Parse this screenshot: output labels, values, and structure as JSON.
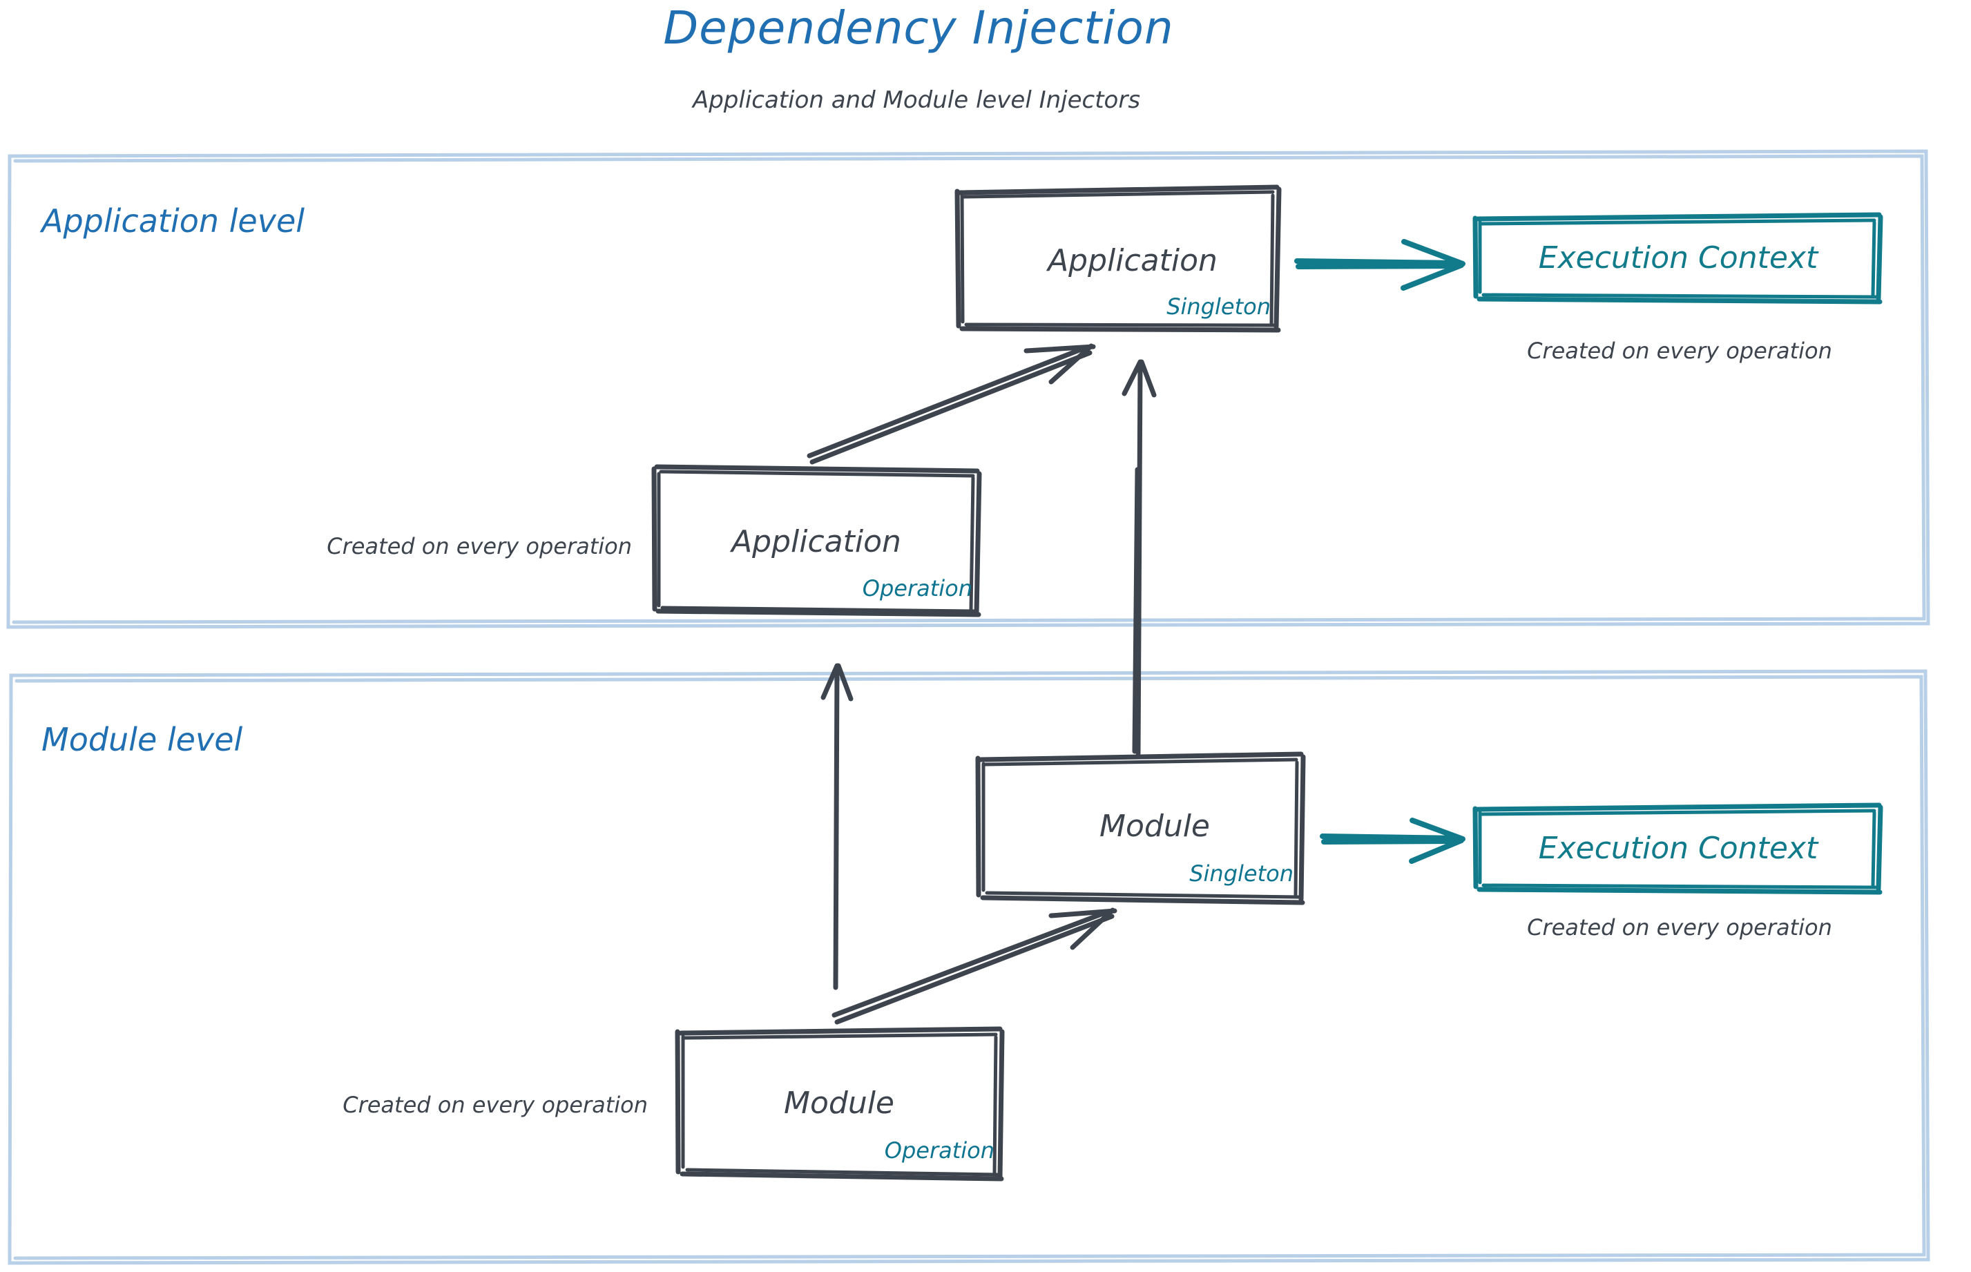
{
  "header": {
    "title": "Dependency Injection",
    "subtitle": "Application and Module level Injectors"
  },
  "colors": {
    "title_blue": "#1F6FB2",
    "group_border": "#B8CFE8",
    "node_stroke": "#3D444D",
    "accent_teal": "#0E7490",
    "execution_context_teal": "#117A8B",
    "caption_gray": "#3D444D",
    "background": "#FFFFFF"
  },
  "groups": [
    {
      "id": "application-level",
      "label": "Application level",
      "nodes": [
        {
          "id": "application-singleton",
          "title": "Application",
          "scope": "Singleton"
        },
        {
          "id": "application-operation",
          "title": "Application",
          "scope": "Operation",
          "caption": "Created on every operation"
        },
        {
          "id": "execution-context-application",
          "title": "Execution Context",
          "caption": "Created on every operation"
        }
      ]
    },
    {
      "id": "module-level",
      "label": "Module level",
      "nodes": [
        {
          "id": "module-singleton",
          "title": "Module",
          "scope": "Singleton"
        },
        {
          "id": "module-operation",
          "title": "Module",
          "scope": "Operation",
          "caption": "Created on every operation"
        },
        {
          "id": "execution-context-module",
          "title": "Execution Context",
          "caption": "Created on every operation"
        }
      ]
    }
  ],
  "edges": [
    {
      "id": "app-singleton-to-exec-context",
      "from": "application-singleton",
      "to": "execution-context-application",
      "style": "teal-arrow"
    },
    {
      "id": "app-operation-to-app-singleton",
      "from": "application-operation",
      "to": "application-singleton",
      "style": "dark-arrow"
    },
    {
      "id": "module-singleton-to-app-singleton",
      "from": "module-singleton",
      "to": "application-singleton",
      "style": "dark-arrow"
    },
    {
      "id": "module-singleton-to-exec-context",
      "from": "module-singleton",
      "to": "execution-context-module",
      "style": "teal-arrow"
    },
    {
      "id": "module-operation-to-module-singleton",
      "from": "module-operation",
      "to": "module-singleton",
      "style": "dark-arrow"
    },
    {
      "id": "module-operation-to-app-operation",
      "from": "module-operation",
      "to": "application-operation",
      "style": "dark-arrow"
    }
  ]
}
